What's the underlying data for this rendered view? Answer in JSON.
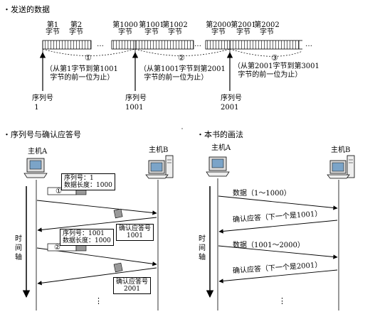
{
  "section_send": "・发送的数据",
  "byte_heads": [
    {
      "line1": "第1",
      "line2": "字节"
    },
    {
      "line1": "第2",
      "line2": "字节"
    },
    {
      "line1": "第1000",
      "line2": "字节"
    },
    {
      "line1": "第1001",
      "line2": "字节"
    },
    {
      "line1": "第1002",
      "line2": "字节"
    },
    {
      "line1": "第2000",
      "line2": "字节"
    },
    {
      "line1": "第2001",
      "line2": "字节"
    },
    {
      "line1": "第2002",
      "line2": "字节"
    }
  ],
  "ellipsis": "…",
  "ellipsis_v": "⋮",
  "segments": [
    {
      "num": "①",
      "range1": "（从第1字节到第1001",
      "range2": "字节的前一位为止）"
    },
    {
      "num": "②",
      "range1": "（从第1001字节到第2001",
      "range2": "字节的前一位为止）"
    },
    {
      "num": "③",
      "range1": "（从第2001字节到第3001",
      "range2": "字节的前一位为止）"
    }
  ],
  "seq_label": "序列号",
  "seq_values": [
    "1",
    "1001",
    "2001"
  ],
  "section_seq_ack": "・序列号与确认应答号",
  "section_book": "・本书的画法",
  "host_a": "主机A",
  "host_b": "主机B",
  "time_axis": [
    "时",
    "间",
    "轴"
  ],
  "left_diagram": {
    "pkt1": {
      "num": "①",
      "seq": "序列号：1",
      "len": "数据长度：1000"
    },
    "ack1": {
      "label": "确认应答号",
      "value": "1001"
    },
    "pkt2": {
      "num": "②",
      "seq": "序列号：1001",
      "len": "数据长度：1000"
    },
    "ack2": {
      "label": "确认应答号",
      "value": "2001"
    }
  },
  "right_diagram": {
    "msgs": [
      "数据（1～1000）",
      "确认应答（下一个是1001）",
      "数据（1001～2000）",
      "确认应答（下一个是2001）"
    ]
  }
}
